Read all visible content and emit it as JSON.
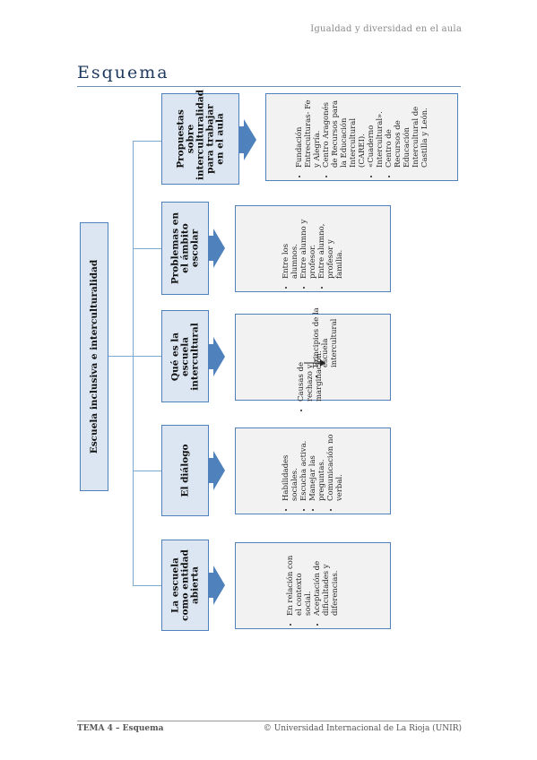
{
  "header": {
    "title": "Igualdad y diversidad en el aula"
  },
  "document": {
    "title": "Esquema"
  },
  "diagram": {
    "main": "Escuela inclusiva e interculturalidad",
    "topics": [
      {
        "label": "Propuestas sobre interculturalidad para trabajar en el aula",
        "items": [
          "Fundación Entreculturas- Fe y Alegría.",
          "Centro Aragonés de Recursos para la Educación Intercultural (CAREI).",
          "«Cuaderno Intercultural».",
          "Centro de Recursos de Educación Intercultural de Castilla y León."
        ]
      },
      {
        "label": "Problemas en el ámbito escolar",
        "items": [
          "Entre los alumnos.",
          "Entre alumno y profesor.",
          "Entre alumno, profesor y familia."
        ]
      },
      {
        "label": "Qué es la escuela intercultural",
        "items": [
          "Causas de rechazo y marginación.",
          "Principios de la escuela intercultural"
        ]
      },
      {
        "label": "El diálogo",
        "items": [
          "Habilidades sociales.",
          "Escucha activa.",
          "Manejar las preguntas.",
          "Comunicación no verbal."
        ]
      },
      {
        "label": "La escuela como entidad abierta",
        "items": [
          "En relación con el contexto social.",
          "Aceptación de dificultades y diferencias."
        ]
      }
    ]
  },
  "footer": {
    "left": "TEMA 4 – Esquema",
    "right": "© Universidad Internacional de La Rioja (UNIR)"
  },
  "colors": {
    "accent": "#4f81bd",
    "box_fill": "#dce6f2",
    "detail_fill": "#f2f2f2",
    "title": "#1f3a5f"
  }
}
